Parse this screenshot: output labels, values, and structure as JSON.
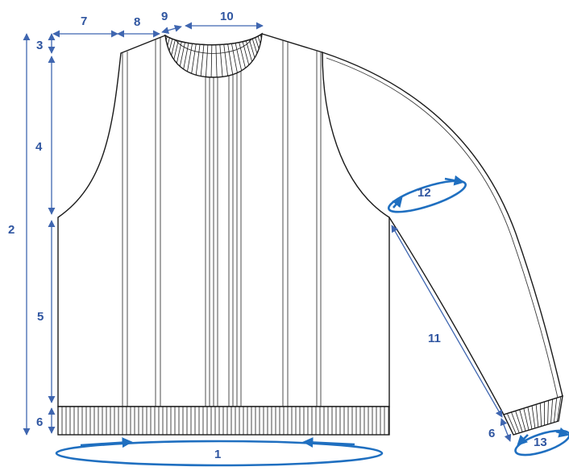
{
  "labels": {
    "m1": "1",
    "m2": "2",
    "m3": "3",
    "m4": "4",
    "m5": "5",
    "m6_body": "6",
    "m6_sleeve": "6",
    "m7": "7",
    "m8": "8",
    "m9": "9",
    "m10": "10",
    "m11": "11",
    "m12": "12",
    "m13": "13"
  },
  "colors": {
    "measure_line": "#3f66b0",
    "measure_ring": "#1f6fc0",
    "label_text": "#2f55a0",
    "garment_outline": "#1a1a1a"
  }
}
